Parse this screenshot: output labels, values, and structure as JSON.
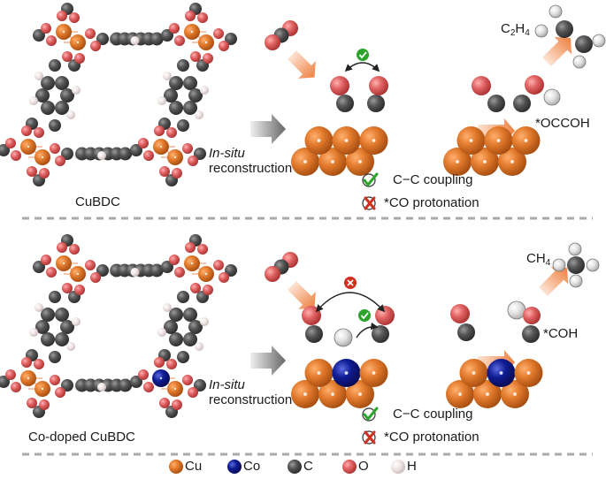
{
  "panels": [
    {
      "id": "top",
      "framework_label": "CuBDC",
      "step_label_line1": "In-situ",
      "step_label_line2": "reconstruction",
      "intermediate_label": "*OCCOH",
      "product": {
        "base": "C",
        "sub1": "2",
        "mid": "H",
        "sub2": "4"
      },
      "checklist": [
        {
          "icon": "check-icon",
          "text": "C−C coupling"
        },
        {
          "icon": "cross-icon",
          "text": "*CO protonation"
        }
      ]
    },
    {
      "id": "bottom",
      "framework_label": "Co-doped CuBDC",
      "step_label_line1": "In-situ",
      "step_label_line2": "reconstruction",
      "intermediate_label": "*COH",
      "product": {
        "base": "CH",
        "sub1": "4"
      },
      "checklist": [
        {
          "icon": "check-icon",
          "text": "C−C coupling"
        },
        {
          "icon": "cross-icon",
          "text": "*CO protonation"
        }
      ]
    }
  ],
  "legend": [
    {
      "element": "Cu",
      "color": "#e8823a"
    },
    {
      "element": "Co",
      "color": "#1a1f9c"
    },
    {
      "element": "C",
      "color": "#5a5a5a"
    },
    {
      "element": "O",
      "color": "#e86868"
    },
    {
      "element": "H",
      "color": "#f2e8e8"
    }
  ],
  "colors": {
    "cu": "#e07a2e",
    "co": "#0d1a8c",
    "c": "#555555",
    "o": "#e06868",
    "h_framework": "#eee0e0",
    "h_molecule": "#e2e2e2",
    "check": "#2aa52a",
    "cross": "#d03020",
    "arrow_orange": "#f08a4a",
    "arrow_grey": "#6a6a6a",
    "divider": "#aaaaaa"
  }
}
